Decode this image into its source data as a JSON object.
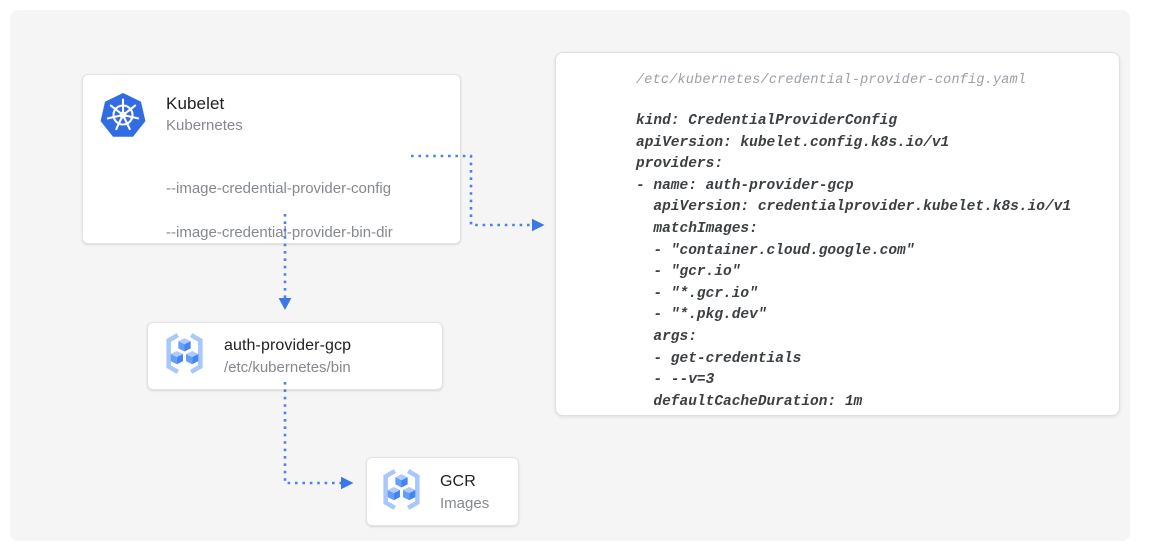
{
  "nodes": {
    "kubelet": {
      "title": "Kubelet",
      "subtitle": "Kubernetes",
      "flags": [
        "--image-credential-provider-config",
        "--image-credential-provider-bin-dir"
      ]
    },
    "auth_provider": {
      "title": "auth-provider-gcp",
      "subtitle": "/etc/kubernetes/bin"
    },
    "gcr": {
      "title": "GCR",
      "subtitle": "Images"
    }
  },
  "code_panel": {
    "filename": "/etc/kubernetes/credential-provider-config.yaml",
    "lines": [
      "kind: CredentialProviderConfig",
      "apiVersion: kubelet.config.k8s.io/v1",
      "providers:",
      "- name: auth-provider-gcp",
      "  apiVersion: credentialprovider.kubelet.k8s.io/v1",
      "  matchImages:",
      "  - \"container.cloud.google.com\"",
      "  - \"gcr.io\"",
      "  - \"*.gcr.io\"",
      "  - \"*.pkg.dev\"",
      "  args:",
      "  - get-credentials",
      "  - --v=3",
      "  defaultCacheDuration: 1m"
    ]
  },
  "icons": {
    "kubernetes": "kubernetes-helm-logo",
    "registry": "container-registry-cubes-icon"
  },
  "colors": {
    "kubernetes_blue": "#326CE5",
    "connector_blue": "#4285F4",
    "canvas_gray": "#F5F5F5",
    "title_text": "#212121",
    "muted_text": "#85898E",
    "code_text": "#3C4043",
    "code_filename_text": "#9AA0A6"
  }
}
